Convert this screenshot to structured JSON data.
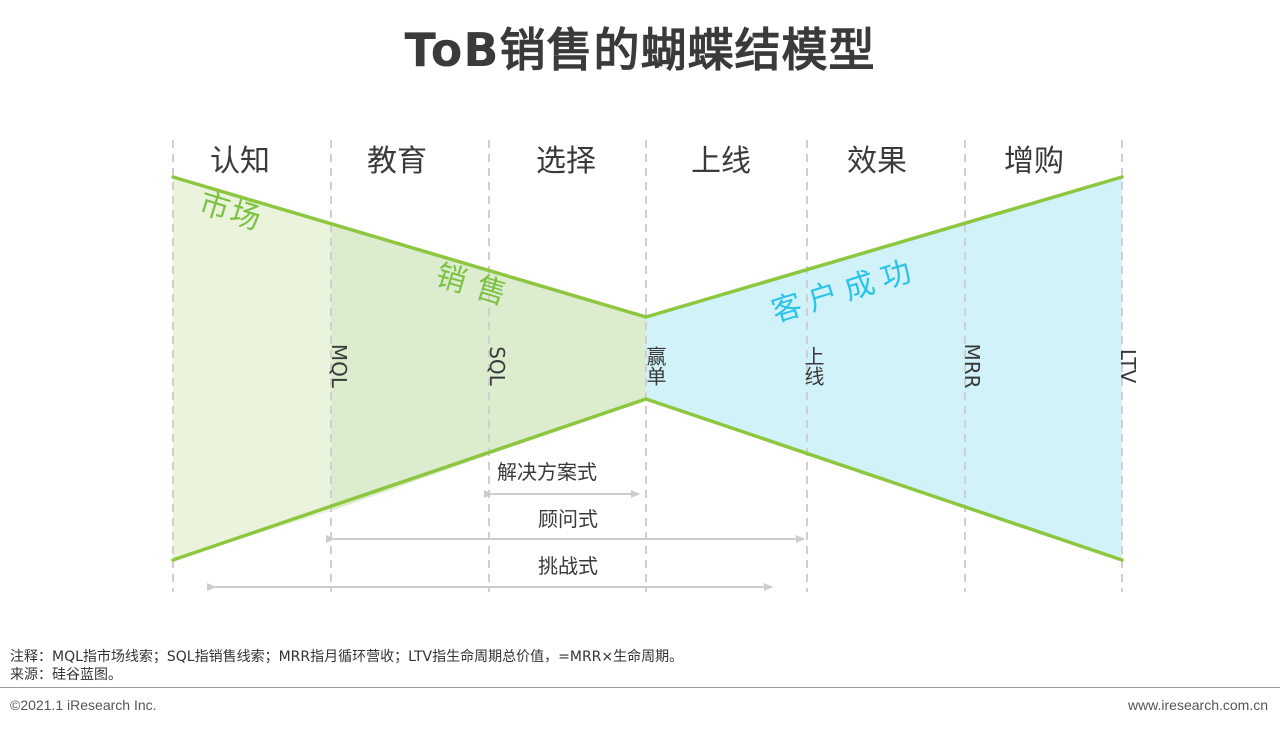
{
  "title": "ToB销售的蝴蝶结模型",
  "stages": [
    "认知",
    "教育",
    "选择",
    "上线",
    "效果",
    "增购"
  ],
  "zones": {
    "market": "市场",
    "sales": "销售",
    "success": "客户成功"
  },
  "milestones": {
    "mql": "MQL",
    "sql": "SQL",
    "win": "赢单",
    "launch": "上线",
    "mrr": "MRR",
    "ltv": "LTV"
  },
  "methods": {
    "solution": "解决方案式",
    "consultative": "顾问式",
    "challenger": "挑战式"
  },
  "colors": {
    "green_line": "#8dc63f",
    "green_fill_light": "#eaf3dc",
    "green_fill_mid": "#dcedcf",
    "blue_fill": "#d2f2fa",
    "blue_text": "#29c4e8",
    "green_text": "#7cc242"
  },
  "note": "注释：MQL指市场线索；SQL指销售线索；MRR指月循环营收；LTV指生命周期总价值，=MRR×生命周期。",
  "source": "来源：硅谷蓝图。",
  "copyright": "©2021.1 iResearch Inc.",
  "website": "www.iresearch.com.cn"
}
